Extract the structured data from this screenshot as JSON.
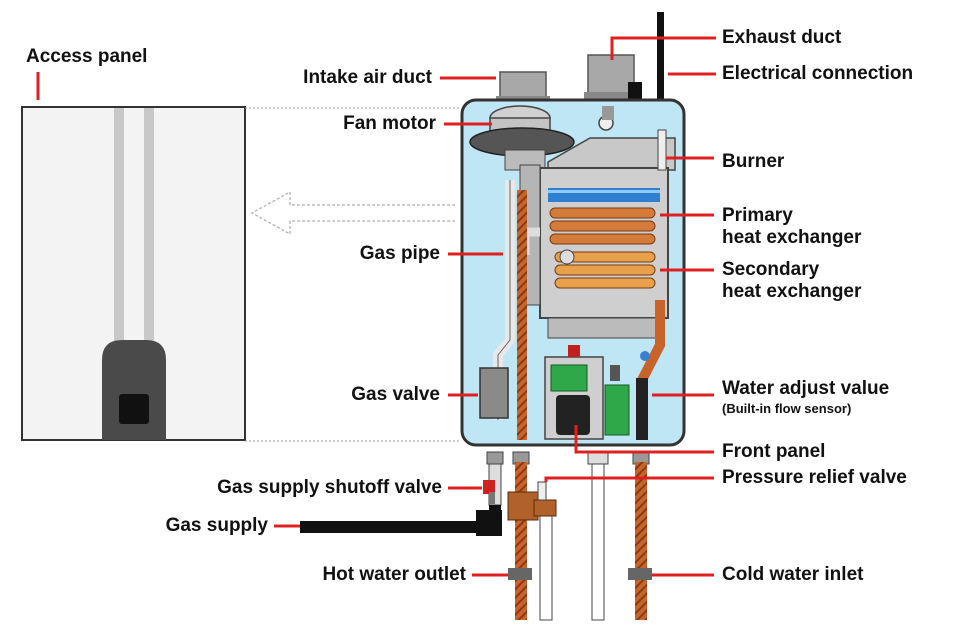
{
  "labels": {
    "access_panel": "Access panel",
    "intake_air_duct": "Intake air duct",
    "fan_motor": "Fan motor",
    "gas_pipe": "Gas pipe",
    "gas_valve": "Gas valve",
    "gas_supply_shutoff_valve": "Gas supply shutoff valve",
    "gas_supply": "Gas supply",
    "hot_water_outlet": "Hot water outlet",
    "exhaust_duct": "Exhaust duct",
    "electrical_connection": "Electrical connection",
    "burner": "Burner",
    "primary_heat_exchanger_1": "Primary",
    "primary_heat_exchanger_2": "heat exchanger",
    "secondary_heat_exchanger_1": "Secondary",
    "secondary_heat_exchanger_2": "heat exchanger",
    "water_adjust_value": "Water adjust value",
    "water_adjust_value_note": "(Built-in flow sensor)",
    "front_panel": "Front panel",
    "pressure_relief_valve": "Pressure relief valve",
    "cold_water_inlet": "Cold water inlet"
  },
  "colors": {
    "leader": "#e02020",
    "cabinet_fill": "#bfe6f5",
    "copper": "#c8632a",
    "green_panel": "#2fa84a",
    "dark_gray": "#4a4a4a"
  }
}
